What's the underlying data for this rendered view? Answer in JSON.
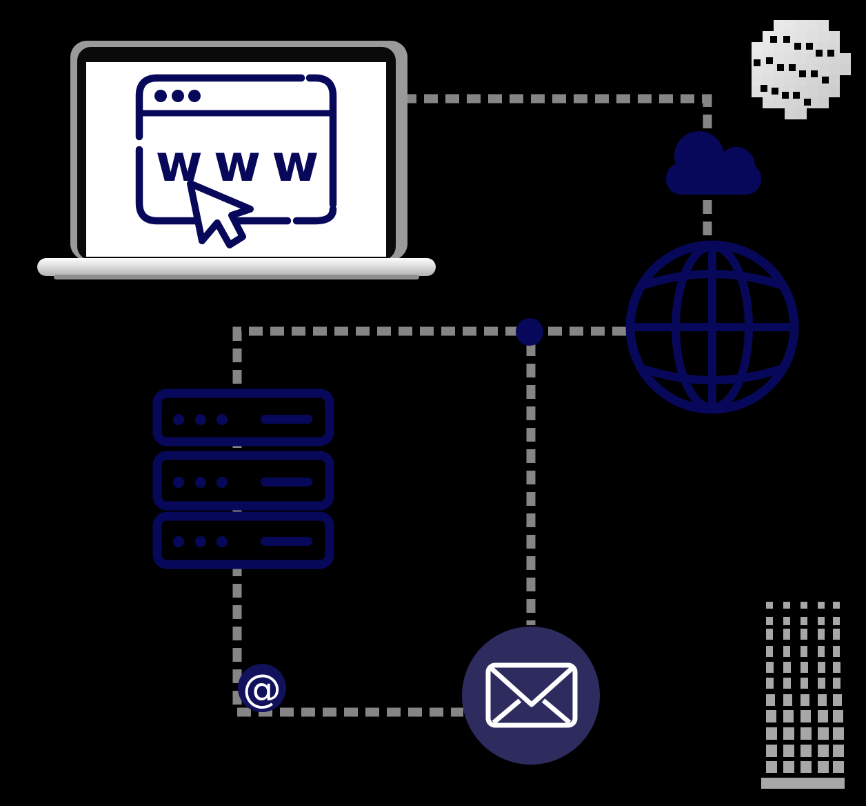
{
  "scene": {
    "background": "#000000",
    "browser_window": {
      "www_label": "www"
    },
    "email_badge": {
      "at_symbol": "@"
    },
    "colors": {
      "navy": "#08085a",
      "at_circle_navy": "#11115c",
      "envelope_circle_navy": "#2e2c5e",
      "dash_gray": "#858585",
      "pattern_gray": "#a7a7a7",
      "screen_white": "#ffffff",
      "envelope_stroke": "#ffffff",
      "laptop_frame": "#0a0a0a",
      "laptop_plate_gray": "#9a9a9a",
      "base_lip_gray": "#8f8f8f"
    },
    "icons": [
      "laptop-icon",
      "browser-www-icon",
      "cursor-icon",
      "cloud-icon",
      "halftone-sphere",
      "globe-icon",
      "server-stack-icon",
      "junction-dot",
      "at-badge-icon",
      "email-envelope-icon",
      "pixel-pattern"
    ]
  }
}
